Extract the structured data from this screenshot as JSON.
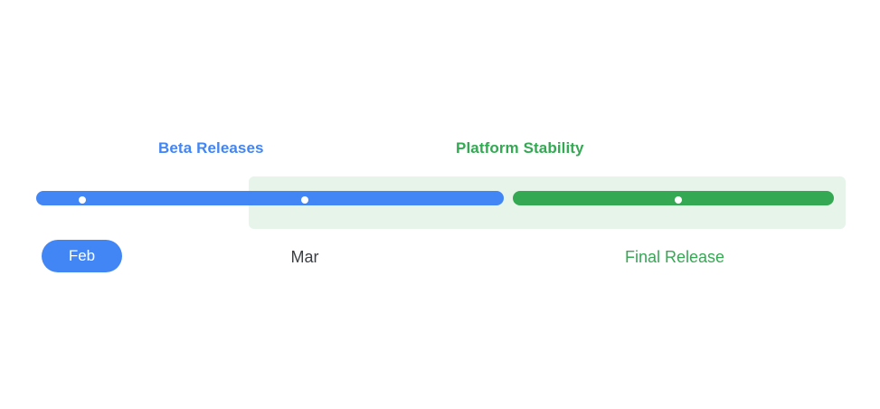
{
  "timeline": {
    "phases": [
      {
        "id": "beta-releases",
        "label": "Beta Releases",
        "color": "#4285f4",
        "track_color": "#4285f4"
      },
      {
        "id": "platform-stability",
        "label": "Platform Stability",
        "color": "#34a853",
        "track_color": "#34a853",
        "band_color": "#e6f4ea"
      }
    ],
    "milestones": [
      {
        "id": "feb",
        "label": "Feb",
        "style": "pill",
        "color": "#ffffff",
        "background": "#4285f4"
      },
      {
        "id": "mar",
        "label": "Mar",
        "style": "text",
        "color": "#3c4043"
      },
      {
        "id": "final-release",
        "label": "Final Release",
        "style": "text",
        "color": "#34a853"
      }
    ],
    "markers": [
      {
        "id": "marker-1"
      },
      {
        "id": "marker-2"
      },
      {
        "id": "marker-3"
      }
    ]
  }
}
